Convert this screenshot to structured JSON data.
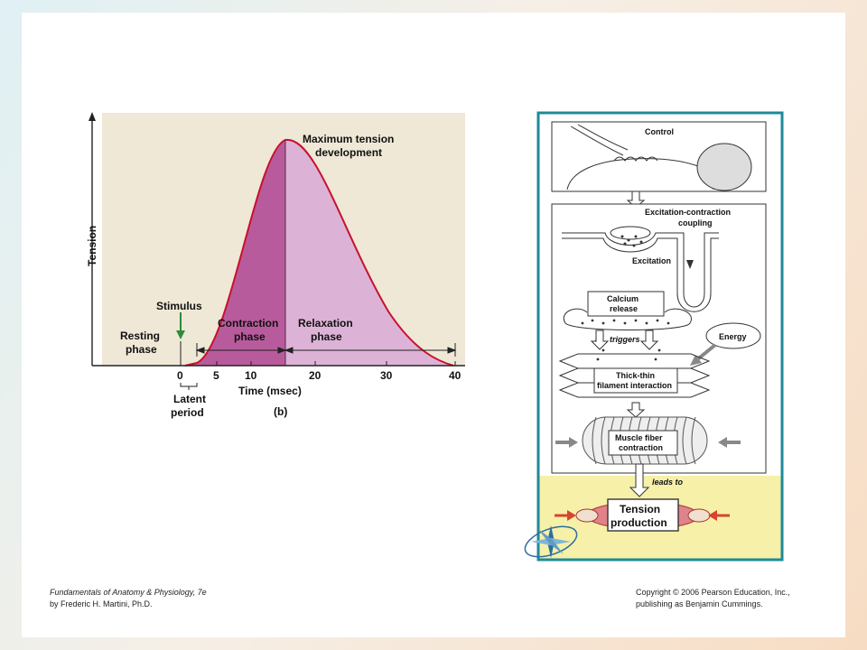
{
  "twitch_graph": {
    "y_label": "Tension",
    "x_label": "Time (msec)",
    "panel_label": "(b)",
    "peak_label_1": "Maximum tension",
    "peak_label_2": "development",
    "stimulus_label": "Stimulus",
    "resting_label_1": "Resting",
    "resting_label_2": "phase",
    "contraction_label_1": "Contraction",
    "contraction_label_2": "phase",
    "relaxation_label_1": "Relaxation",
    "relaxation_label_2": "phase",
    "latent_label_1": "Latent",
    "latent_label_2": "period",
    "ticks": [
      "0",
      "5",
      "10",
      "20",
      "30",
      "40"
    ],
    "colors": {
      "background": "#efe8d6",
      "contraction_fill": "#b85b9c",
      "relaxation_fill": "#dcb3d6",
      "curve": "#c8102e",
      "stimulus_arrow": "#2e8b3a"
    }
  },
  "flowchart": {
    "control": "Control",
    "ec_coupling_1": "Excitation-contraction",
    "ec_coupling_2": "coupling",
    "excitation": "Excitation",
    "calcium_1": "Calcium",
    "calcium_2": "release",
    "triggers": "triggers",
    "energy": "Energy",
    "thick_thin_1": "Thick-thin",
    "thick_thin_2": "filament interaction",
    "fiber_1": "Muscle fiber",
    "fiber_2": "contraction",
    "leads_to": "leads to",
    "tension_1": "Tension",
    "tension_2": "production",
    "colors": {
      "frame": "#1f8a9a",
      "bottom_fill": "#f6f0a8"
    }
  },
  "footer": {
    "book_title": "Fundamentals of Anatomy & Physiology",
    "edition": ", 7e",
    "author": "by Frederic H. Martini, Ph.D.",
    "copyright_1": "Copyright © 2006 Pearson Education, Inc.,",
    "copyright_2": "publishing as Benjamin Cummings."
  }
}
